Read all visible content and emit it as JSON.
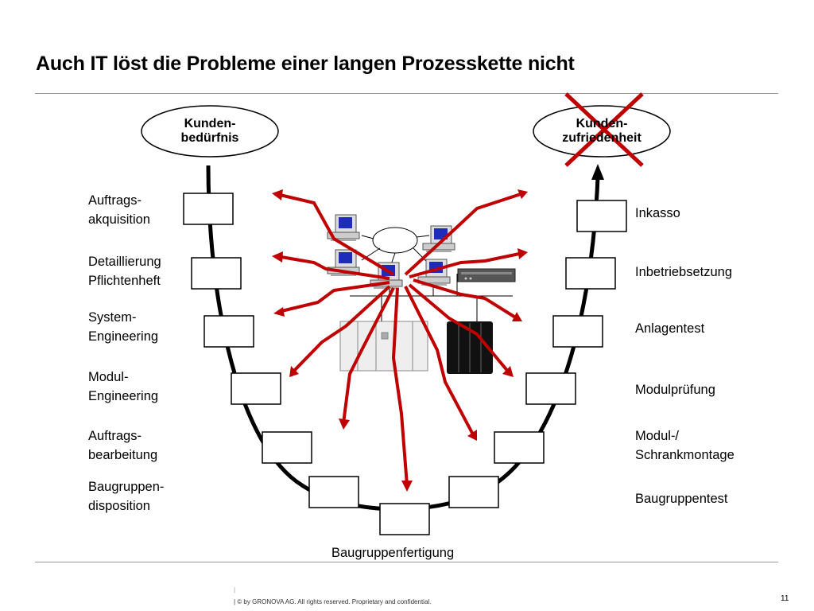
{
  "title": "Auch IT löst die Probleme einer langen Prozesskette nicht",
  "nodes": {
    "start_line1": "Kunden-",
    "start_line2": "bedürfnis",
    "end_line1": "Kunden-",
    "end_line2": "zufriedenheit"
  },
  "left_steps": [
    {
      "line1": "Auftrags-",
      "line2": "akquisition"
    },
    {
      "line1": "Detaillierung",
      "line2": "Pflichtenheft"
    },
    {
      "line1": "System-",
      "line2": "Engineering"
    },
    {
      "line1": "Modul-",
      "line2": "Engineering"
    },
    {
      "line1": "Auftrags-",
      "line2": "bearbeitung"
    },
    {
      "line1": "Baugruppen-",
      "line2": "disposition"
    }
  ],
  "bottom_step": "Baugruppenfertigung",
  "right_steps": [
    {
      "line1": "Inkasso",
      "line2": ""
    },
    {
      "line1": "Inbetriebsetzung",
      "line2": ""
    },
    {
      "line1": "Anlagentest",
      "line2": ""
    },
    {
      "line1": "Modulprüfung",
      "line2": ""
    },
    {
      "line1": "Modul-/",
      "line2": "Schrankmontage"
    },
    {
      "line1": "Baugruppentest",
      "line2": ""
    }
  ],
  "footer": {
    "copyright": "© by GRONOVA AG. All rights reserved. Proprietary and confidential.",
    "page_number": "11"
  },
  "colors": {
    "lightning": "#c00000",
    "cross": "#c00000",
    "curve": "#000000",
    "rule": "#999999"
  },
  "icons": [
    "workstation-icon",
    "mainframe-icon",
    "router-icon",
    "red-cross-icon"
  ]
}
